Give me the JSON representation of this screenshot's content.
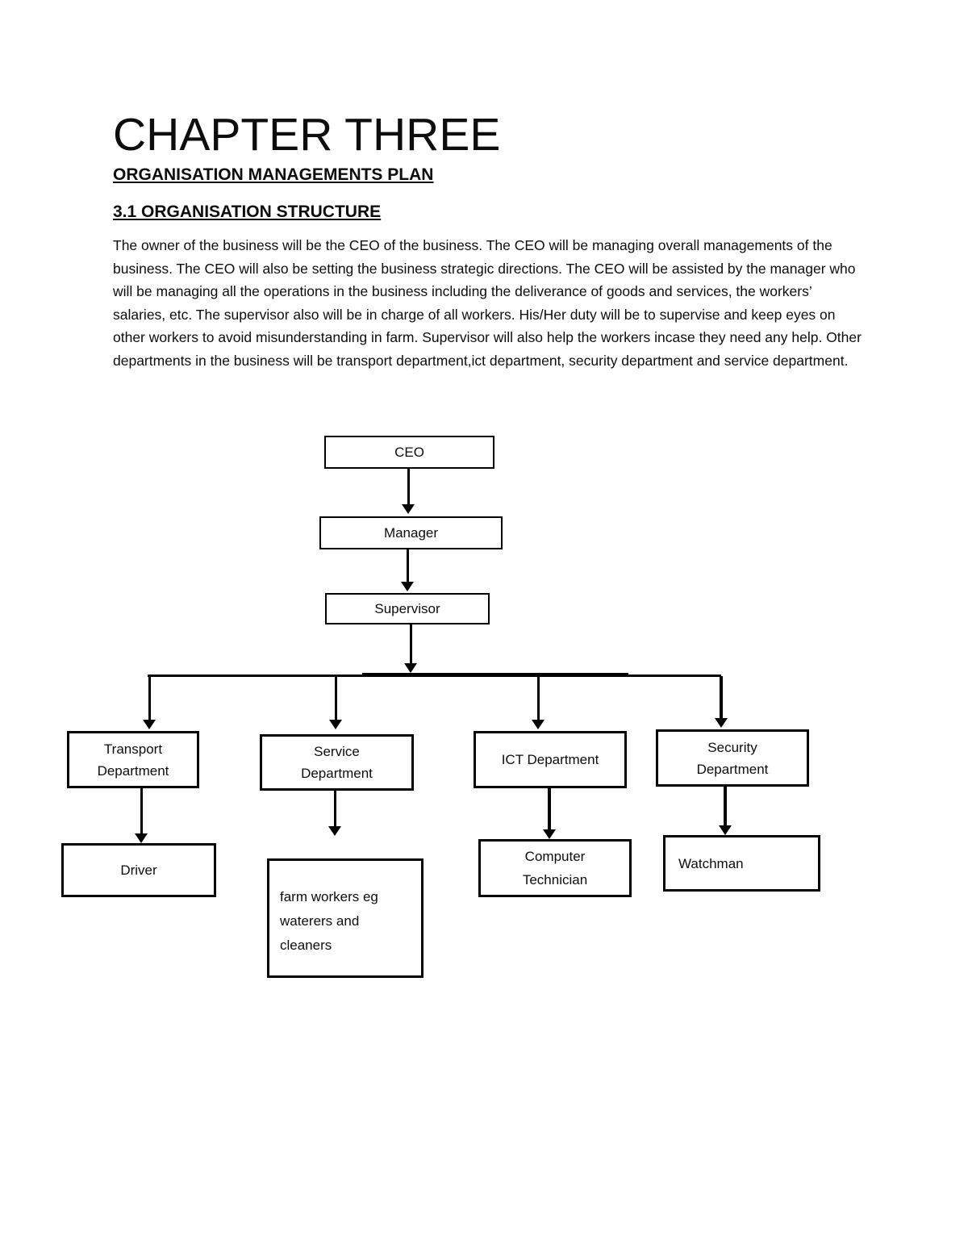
{
  "document": {
    "chapter_title": "CHAPTER THREE",
    "subtitle": "ORGANISATION MANAGEMENTS PLAN",
    "section_heading": "3.1 ORGANISATION STRUCTURE",
    "paragraph": "The owner of the business will be the CEO of the business. The CEO will be managing overall managements of the business. The CEO will also be setting the business strategic directions. The CEO will be assisted by the manager who will be managing all the operations in the business including the deliverance of goods and services, the workers’ salaries, etc. The supervisor also will be in charge of all workers. His/Her duty will be to supervise and keep eyes on other workers to avoid misunderstanding in farm. Supervisor will also help the workers incase they need any help. Other departments in the business will be transport department,ict department, security department and service department."
  },
  "org_chart": {
    "ceo": "CEO",
    "manager": "Manager",
    "supervisor": "Supervisor",
    "transport_department": "Transport\nDepartment",
    "service_department": "Service\nDepartment",
    "ict_department": "ICT Department",
    "security_department": "Security\nDepartment",
    "driver": "Driver",
    "farm_workers": "farm workers eg\nwaterers and\ncleaners",
    "computer_technician": "Computer\nTechnician",
    "watchman": "Watchman"
  }
}
